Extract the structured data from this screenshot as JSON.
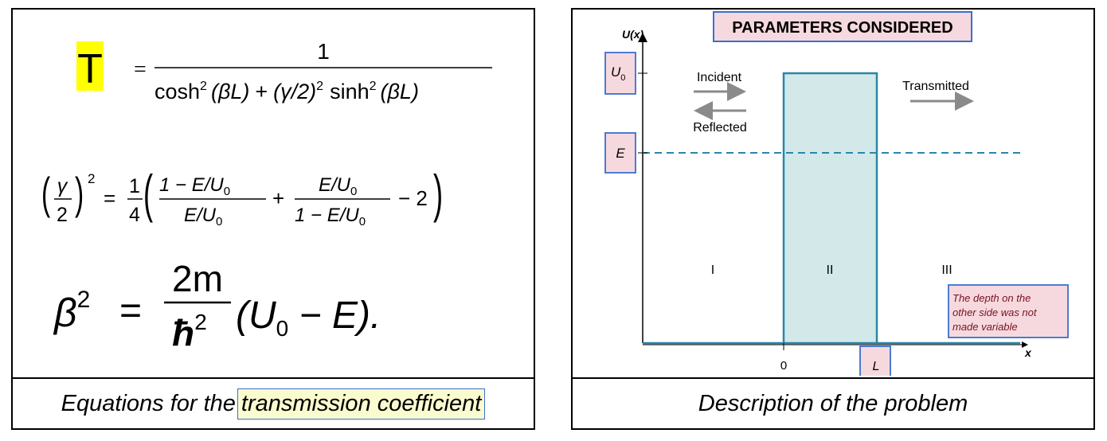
{
  "left_panel": {
    "caption_prefix": "Equations for the",
    "caption_highlight": "transmission coefficient",
    "eq1": {
      "lhs": "T",
      "equals": "=",
      "numerator": "1",
      "den_cosh": "cosh",
      "den_arg1": "(βL)",
      "den_plus": "+",
      "den_gamma": "(γ/2)",
      "den_sinh": "sinh",
      "den_arg2": "(βL)",
      "sup": "2"
    },
    "eq2": {
      "gamma": "γ",
      "two": "2",
      "sup": "2",
      "equals": "=",
      "one": "1",
      "four": "4",
      "frac_a_num": "1 − E/U",
      "frac_a_den": "E/U",
      "frac_b_num": "E/U",
      "frac_b_den": "1 − E/U",
      "sub": "0",
      "plus": "+",
      "minus_two": "− 2"
    },
    "eq3": {
      "beta": "β",
      "sup": "2",
      "equals": "=",
      "num": "2m",
      "den": "ħ",
      "rhs_open": "(U",
      "sub": "0",
      "rhs_close": " − E)."
    }
  },
  "right_panel": {
    "title": "PARAMETERS CONSIDERED",
    "caption": "Description of the problem",
    "y_axis_label": "U(x)",
    "x_axis_label": "x",
    "u0_label": "U",
    "u0_sub": "0",
    "e_label": "E",
    "tick_zero": "0",
    "tick_l": "L",
    "incident": "Incident",
    "reflected": "Reflected",
    "transmitted": "Transmitted",
    "region_1": "I",
    "region_2": "II",
    "region_3": "III",
    "note": [
      "The depth on the",
      "other side was not",
      "made variable"
    ]
  },
  "colors": {
    "highlight_yellow": "#ffff00",
    "caption_highlight": "#fbfbd0",
    "caption_highlight_border": "#3a6fd0",
    "barrier_fill": "#d3e8e8",
    "barrier_stroke": "#2a86a8",
    "label_box_fill": "#f6d9df",
    "label_box_stroke": "#3a6fd0",
    "arrow_gray": "#8a8a8a"
  }
}
